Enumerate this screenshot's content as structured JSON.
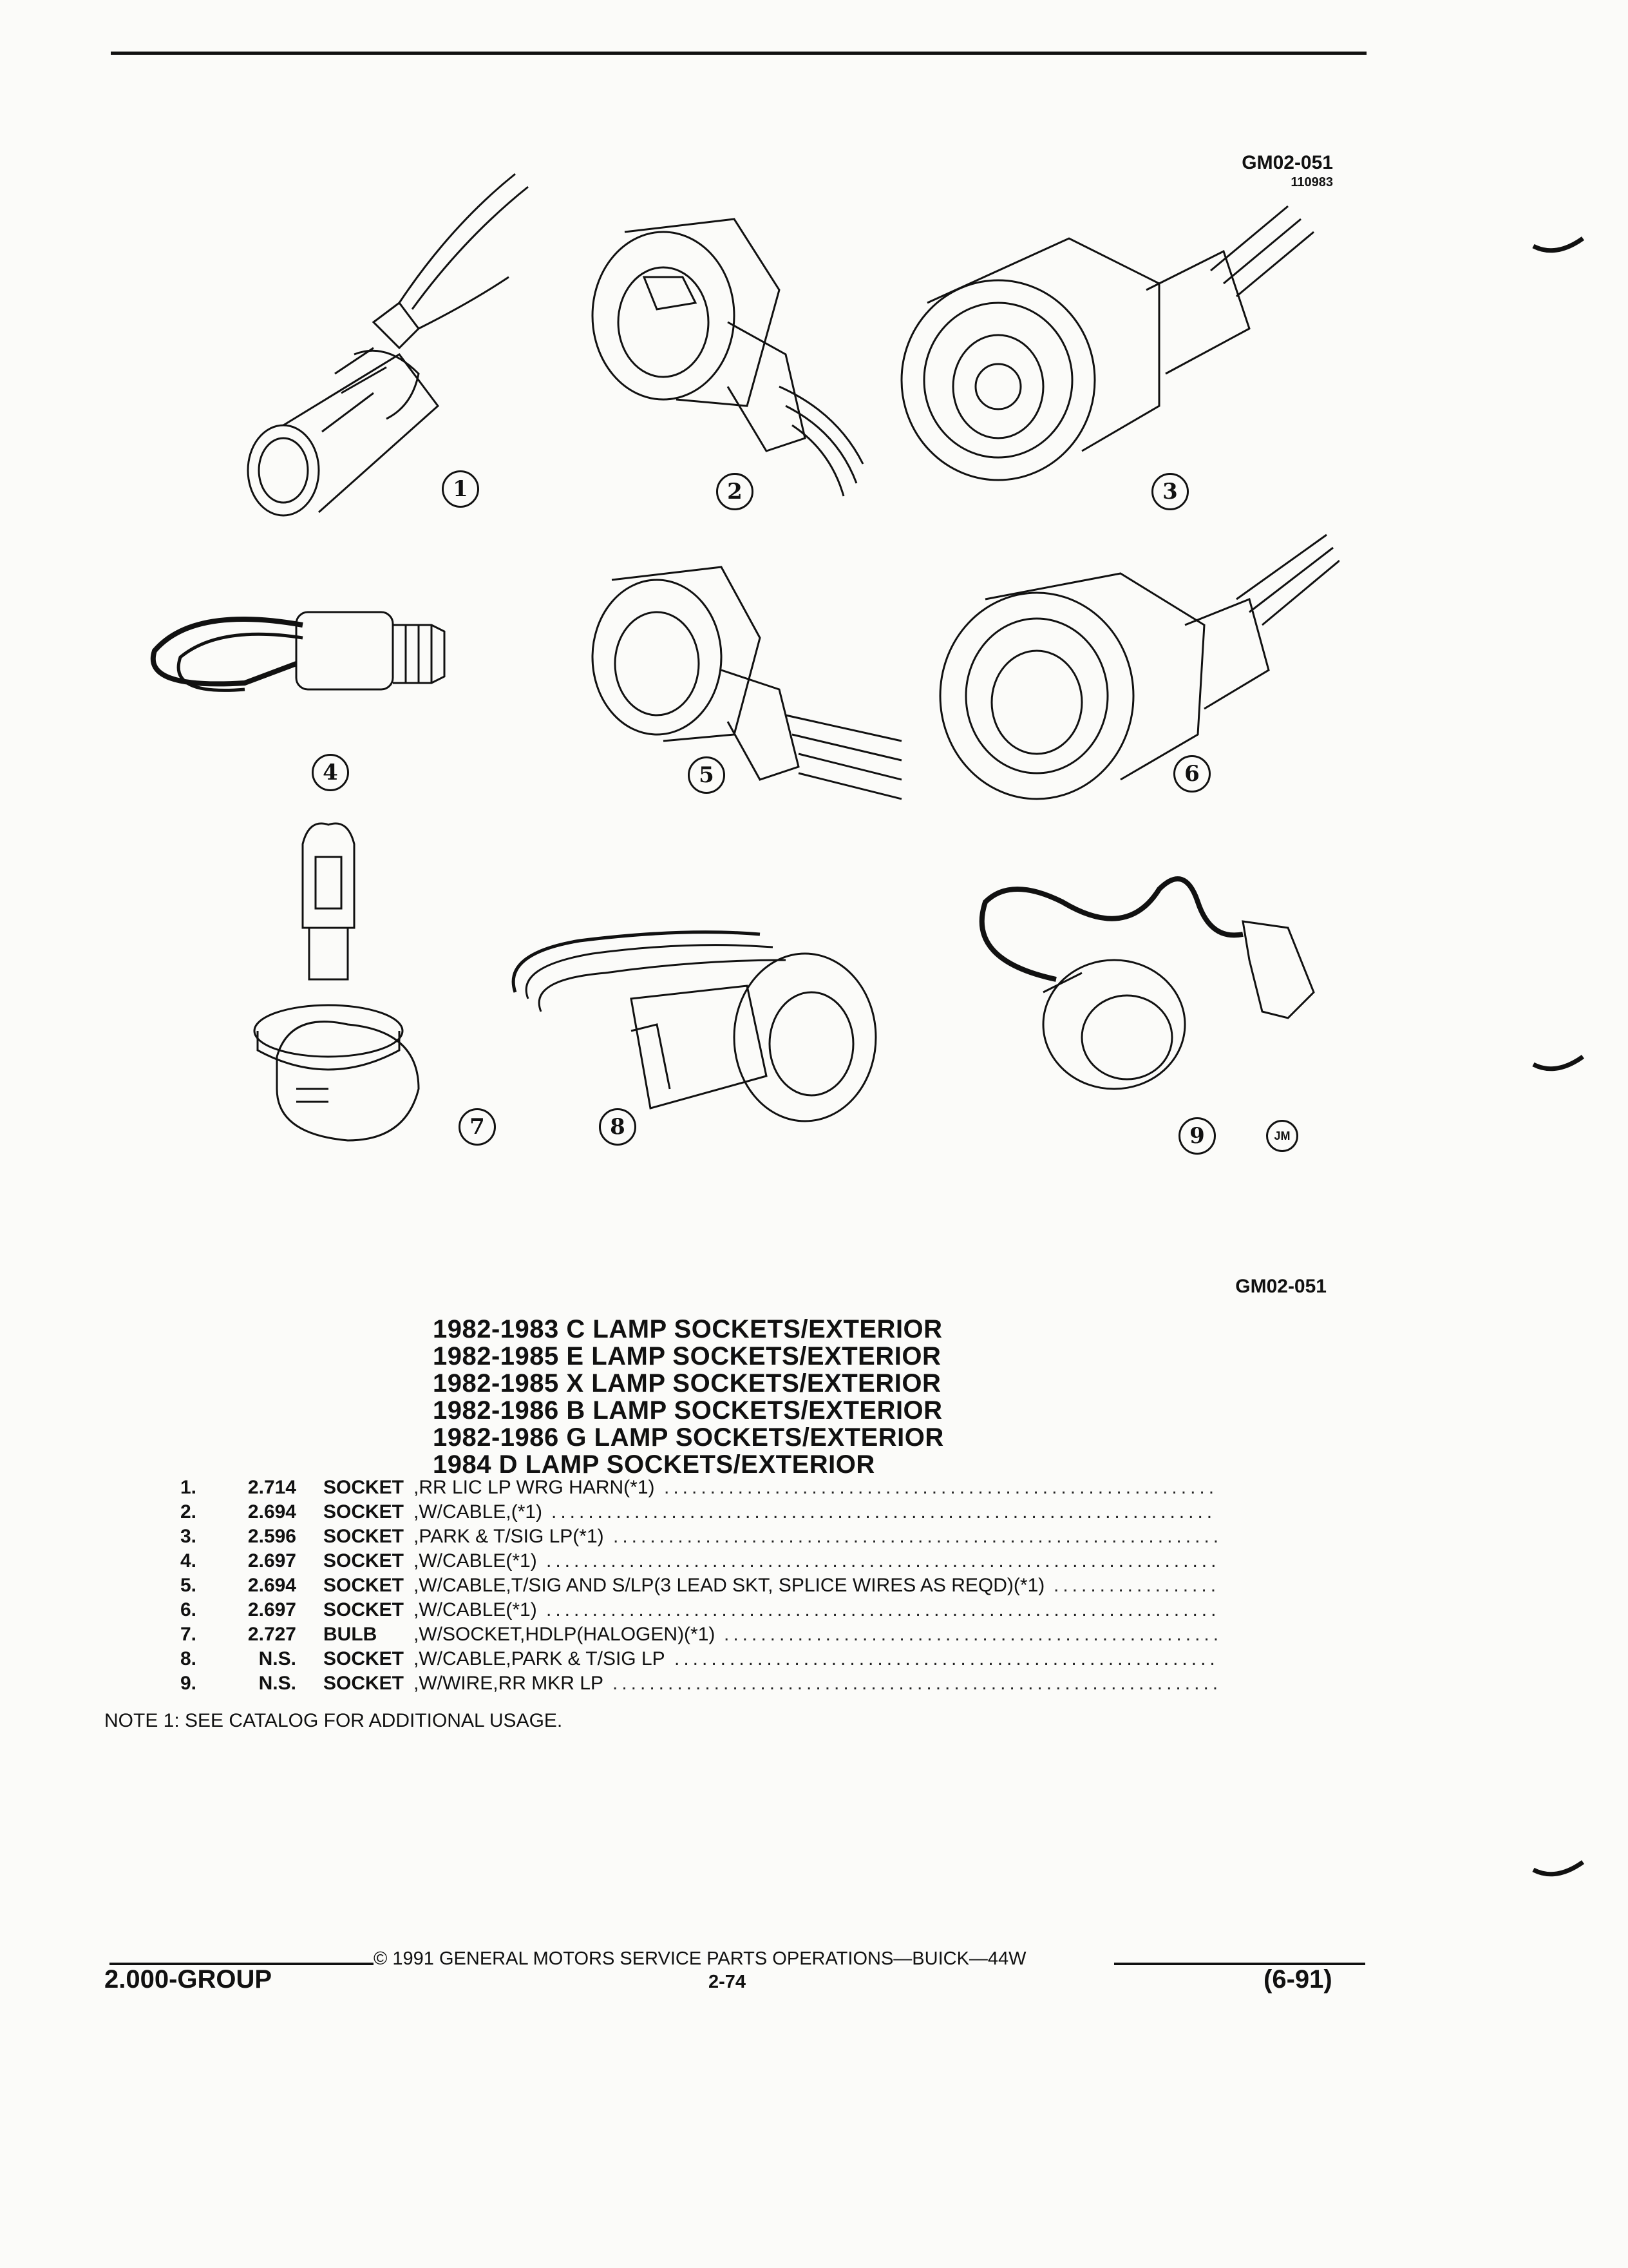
{
  "header": {
    "figure_code": "GM02-051",
    "figure_sub": "110983"
  },
  "figures": {
    "callouts": [
      "1",
      "2",
      "3",
      "4",
      "5",
      "6",
      "7",
      "8",
      "9"
    ],
    "artist_mark": "JM",
    "caption_code": "GM02-051"
  },
  "title": {
    "lines": [
      "1982-1983 C LAMP SOCKETS/EXTERIOR",
      "1982-1985 E LAMP SOCKETS/EXTERIOR",
      "1982-1985 X LAMP SOCKETS/EXTERIOR",
      "1982-1986 B LAMP SOCKETS/EXTERIOR",
      "1982-1986 G LAMP SOCKETS/EXTERIOR",
      "1984 D LAMP SOCKETS/EXTERIOR"
    ]
  },
  "parts": [
    {
      "num": "1.",
      "code": "2.714",
      "kind": "SOCKET",
      "desc": ",RR LIC LP WRG HARN(*1)"
    },
    {
      "num": "2.",
      "code": "2.694",
      "kind": "SOCKET",
      "desc": ",W/CABLE,(*1)"
    },
    {
      "num": "3.",
      "code": "2.596",
      "kind": "SOCKET",
      "desc": ",PARK & T/SIG LP(*1)"
    },
    {
      "num": "4.",
      "code": "2.697",
      "kind": "SOCKET",
      "desc": ",W/CABLE(*1)"
    },
    {
      "num": "5.",
      "code": "2.694",
      "kind": "SOCKET",
      "desc": ",W/CABLE,T/SIG AND S/LP(3 LEAD SKT, SPLICE WIRES AS REQD)(*1)"
    },
    {
      "num": "6.",
      "code": "2.697",
      "kind": "SOCKET",
      "desc": ",W/CABLE(*1)"
    },
    {
      "num": "7.",
      "code": "2.727",
      "kind": "BULB",
      "desc": ",W/SOCKET,HDLP(HALOGEN)(*1)"
    },
    {
      "num": "8.",
      "code": "N.S.",
      "kind": "SOCKET",
      "desc": ",W/CABLE,PARK & T/SIG LP"
    },
    {
      "num": "9.",
      "code": "N.S.",
      "kind": "SOCKET",
      "desc": ",W/WIRE,RR MKR LP"
    }
  ],
  "note": "NOTE  1:  SEE CATALOG FOR ADDITIONAL USAGE.",
  "footer": {
    "copyright": "©  1991  GENERAL MOTORS SERVICE PARTS OPERATIONS—BUICK—44W",
    "group": "2.000-GROUP",
    "page": "2-74",
    "date_code": "(6-91)"
  }
}
